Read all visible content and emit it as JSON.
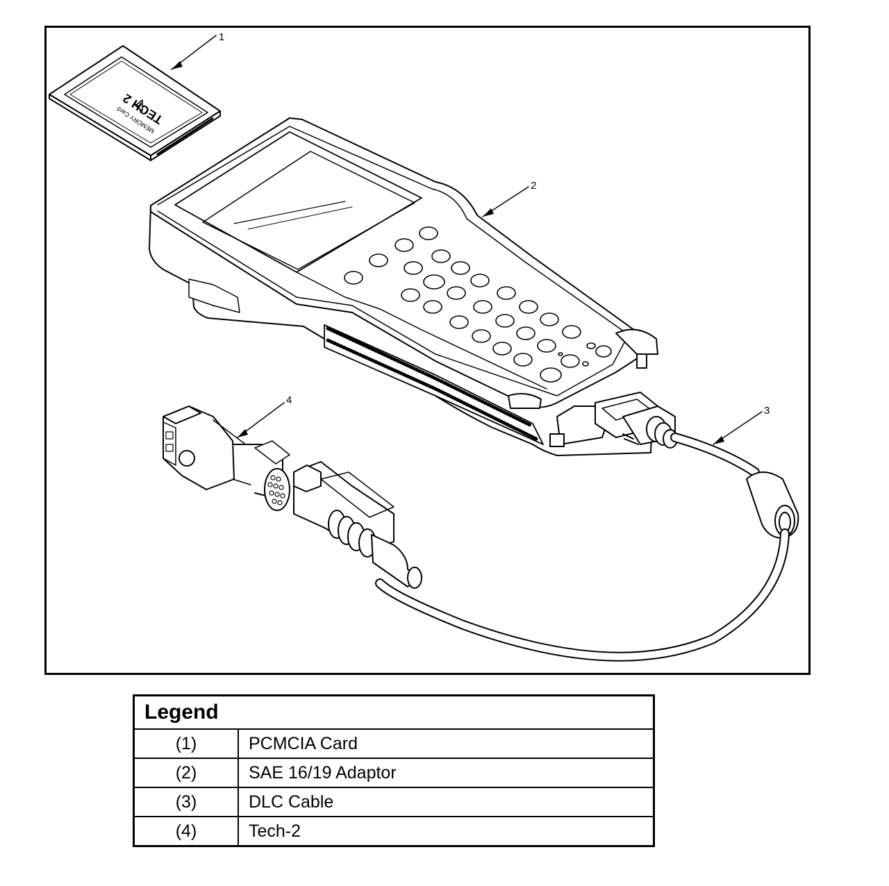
{
  "diagram": {
    "card_text": {
      "line1": "TECH 2",
      "line2": "MEMORY Card"
    },
    "callouts": [
      {
        "id": "1",
        "label": "1"
      },
      {
        "id": "2",
        "label": "2"
      },
      {
        "id": "3",
        "label": "3"
      },
      {
        "id": "4",
        "label": "4"
      }
    ]
  },
  "legend": {
    "title": "Legend",
    "rows": [
      {
        "num": "(1)",
        "desc": "PCMCIA Card"
      },
      {
        "num": "(2)",
        "desc": "SAE 16/19 Adaptor"
      },
      {
        "num": "(3)",
        "desc": "DLC Cable"
      },
      {
        "num": "(4)",
        "desc": "Tech-2"
      }
    ]
  }
}
